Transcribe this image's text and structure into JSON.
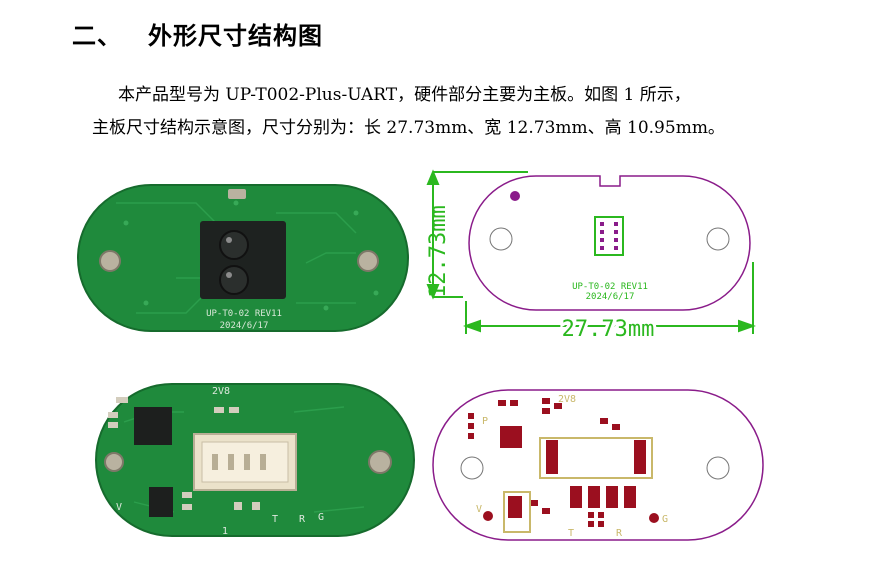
{
  "heading": {
    "number": "二、",
    "title": "外形尺寸结构图"
  },
  "paragraph": {
    "line1": "本产品型号为 UP-T002-Plus-UART，硬件部分主要为主板。如图 1 所示，",
    "line2": "主板尺寸结构示意图，尺寸分别为：长 27.73mm、宽 12.73mm、高 10.95mm。"
  },
  "board_silkscreen": {
    "model": "UP-T0-02 REV11",
    "date": "2024/6/17"
  },
  "drawing_top": {
    "model": "UP-T0-02 REV11",
    "date": "2024/6/17",
    "dim_length": "27.73mm",
    "dim_width": "12.73mm"
  },
  "board_bottom_labels": {
    "voltage": "2V8",
    "v": "V",
    "t": "T",
    "r": "R",
    "g": "G",
    "one": "1"
  },
  "drawing_bottom_labels": {
    "voltage": "2V8",
    "v": "V",
    "t": "T",
    "r": "R",
    "g": "G",
    "p": "P"
  },
  "colors": {
    "pcb_green": "#1f8a3c",
    "outline_purple": "#8a1c8a",
    "dimension_green": "#2bb81f",
    "pad_red": "#9b0f1f",
    "silk_yellow": "#c9b86a"
  }
}
